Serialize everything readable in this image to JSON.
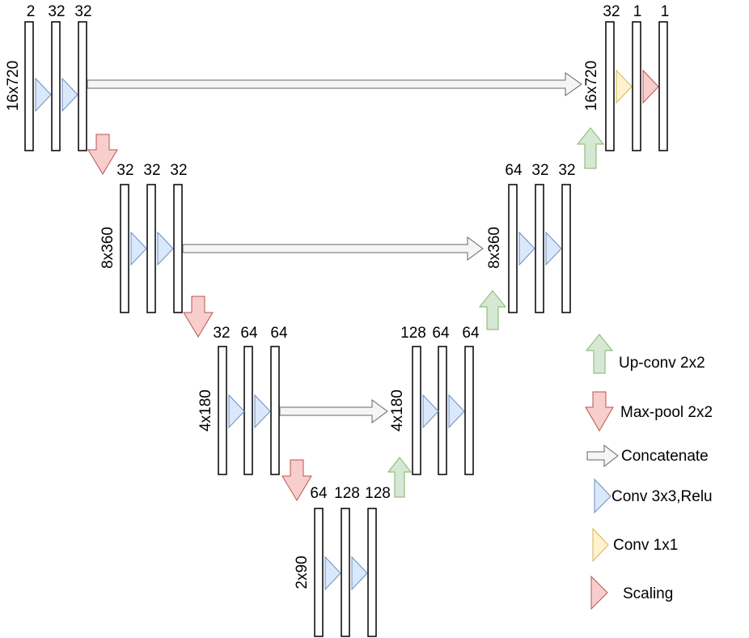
{
  "colors": {
    "conv3x3_fill": "#dae8fc",
    "conv3x3_stroke": "#6c8ebf",
    "conv1x1_fill": "#fff2cc",
    "conv1x1_stroke": "#d6b656",
    "pool_fill": "#f8cecc",
    "pool_stroke": "#b85450",
    "upconv_fill": "#d5e8d4",
    "upconv_stroke": "#82b366",
    "concat_fill": "#f5f5f5",
    "concat_stroke": "#666666"
  },
  "levels": {
    "l1_left": {
      "size": "16x720",
      "channels": [
        "2",
        "32",
        "32"
      ]
    },
    "l2_left": {
      "size": "8x360",
      "channels": [
        "32",
        "32",
        "32"
      ]
    },
    "l3_left": {
      "size": "4x180",
      "channels": [
        "32",
        "64",
        "64"
      ]
    },
    "bottom": {
      "size": "2x90",
      "channels": [
        "64",
        "128",
        "128"
      ]
    },
    "l3_right": {
      "size": "4x180",
      "channels": [
        "128",
        "64",
        "64"
      ]
    },
    "l2_right": {
      "size": "8x360",
      "channels": [
        "64",
        "32",
        "32"
      ]
    },
    "l1_right": {
      "size": "16x720",
      "channels": [
        "32",
        "1",
        "1"
      ]
    }
  },
  "legend": {
    "upconv": "Up-conv 2x2",
    "maxpool": "Max-pool 2x2",
    "concat": "Concatenate",
    "conv3x3": "Conv 3x3,Relu",
    "conv1x1": "Conv 1x1",
    "scaling": "Scaling"
  }
}
